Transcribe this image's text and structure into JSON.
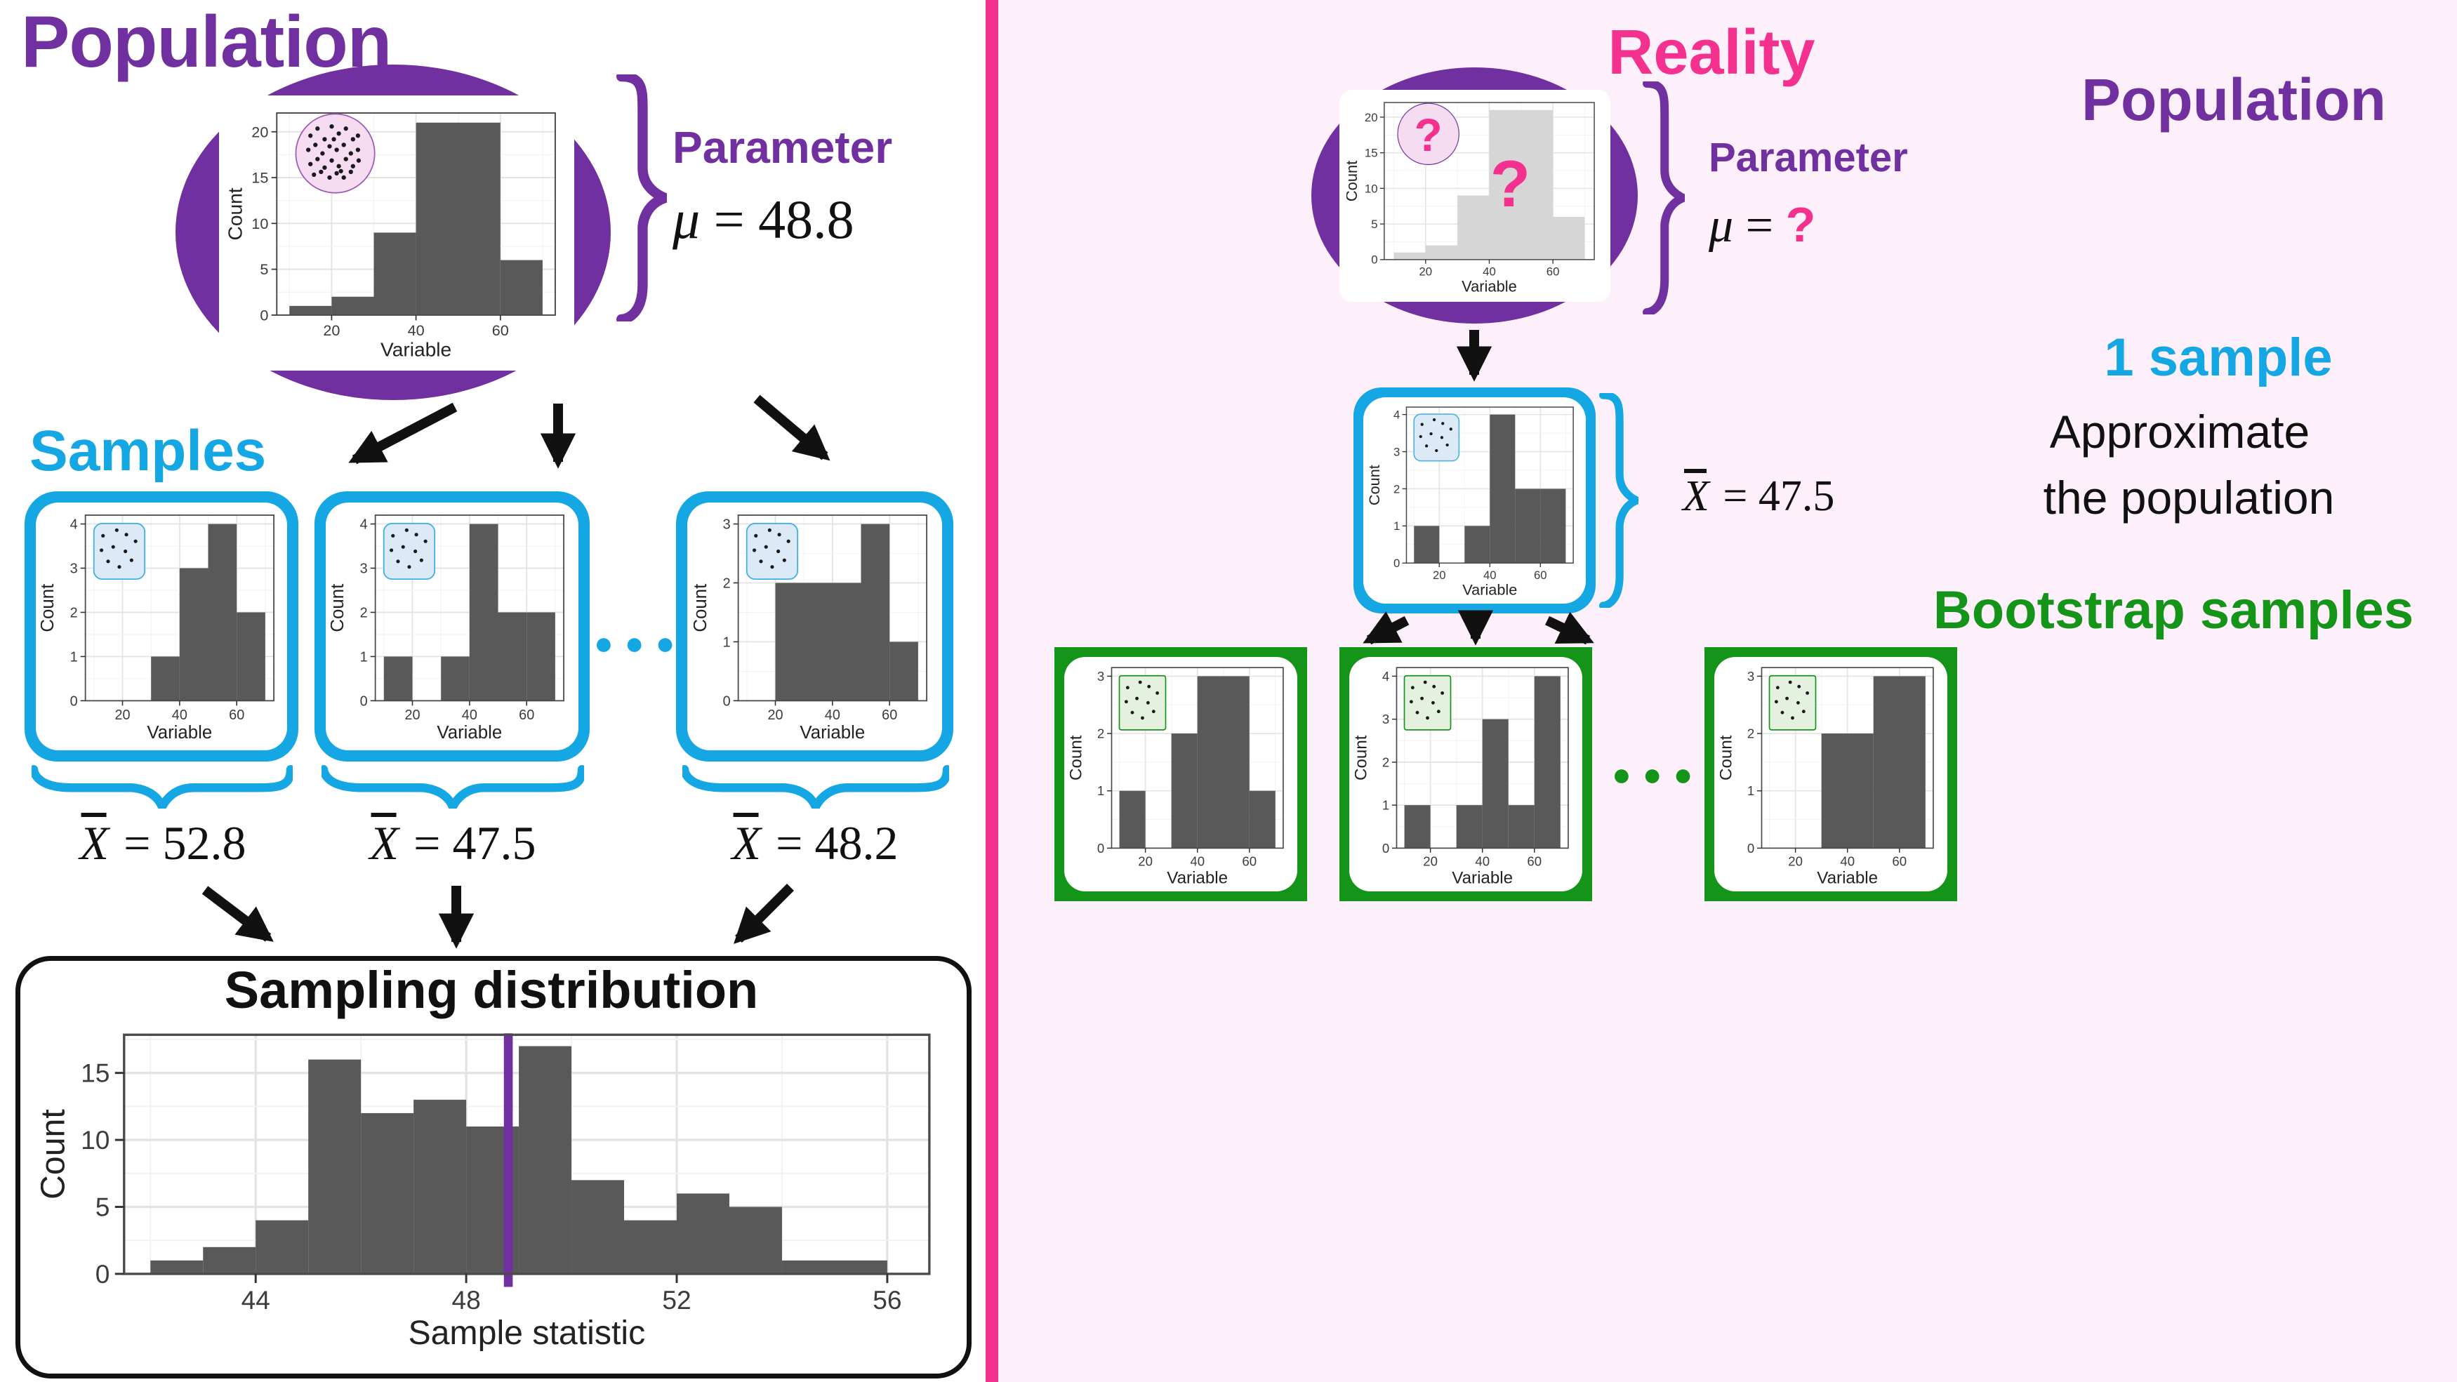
{
  "left": {
    "population_title": "Population",
    "parameter_label": "Parameter",
    "mu": {
      "symbol": "μ",
      "equals": "=",
      "value": "48.8"
    },
    "samples_title": "Samples",
    "ellipsis": "●●●",
    "xbars": [
      {
        "symbol": "X",
        "equals": "=",
        "value": "52.8"
      },
      {
        "symbol": "X",
        "equals": "=",
        "value": "47.5"
      },
      {
        "symbol": "X",
        "equals": "=",
        "value": "48.2"
      }
    ]
  },
  "right": {
    "reality_title": "Reality",
    "population_title": "Population",
    "parameter_label": "Parameter",
    "mu": {
      "symbol": "μ",
      "equals": "=",
      "value": "?"
    },
    "one_sample_title": "1 sample",
    "approximate_line1": "Approximate",
    "approximate_line2": "the population",
    "bootstrap_title": "Bootstrap samples",
    "ellipsis": "●●●",
    "xbar": {
      "symbol": "X",
      "equals": "=",
      "value": "47.5"
    }
  },
  "colors": {
    "purple": "#7030A0",
    "cyan": "#14A7E3",
    "green": "#149418",
    "pink": "#F5318F",
    "right_background": "#FDF0FA",
    "bar_gray": "#595959",
    "bar_light_gray": "#D6D6D6"
  },
  "chart_data": {
    "population": {
      "type": "bar",
      "xlabel": "Variable",
      "ylabel": "Count",
      "xticks": [
        20,
        40,
        60
      ],
      "yticks": [
        0,
        5,
        10,
        15,
        20
      ],
      "ymax": 21,
      "xlim": [
        7,
        73
      ],
      "bars": [
        [
          10,
          20,
          1
        ],
        [
          20,
          30,
          2
        ],
        [
          30,
          40,
          9
        ],
        [
          40,
          60,
          21
        ],
        [
          60,
          70,
          6
        ]
      ],
      "inset": "pink-dots"
    },
    "samples": [
      {
        "type": "bar",
        "xlabel": "Variable",
        "ylabel": "Count",
        "xticks": [
          20,
          40,
          60
        ],
        "yticks": [
          0,
          1,
          2,
          3,
          4
        ],
        "ymax": 4,
        "xlim": [
          7,
          73
        ],
        "bars": [
          [
            30,
            40,
            1
          ],
          [
            40,
            50,
            3
          ],
          [
            50,
            60,
            4
          ],
          [
            60,
            70,
            2
          ]
        ],
        "inset": "blue-dots"
      },
      {
        "type": "bar",
        "xlabel": "Variable",
        "ylabel": "Count",
        "xticks": [
          20,
          40,
          60
        ],
        "yticks": [
          0,
          1,
          2,
          3,
          4
        ],
        "ymax": 4,
        "xlim": [
          7,
          73
        ],
        "bars": [
          [
            10,
            20,
            1
          ],
          [
            30,
            40,
            1
          ],
          [
            40,
            50,
            4
          ],
          [
            50,
            60,
            2
          ],
          [
            60,
            70,
            2
          ]
        ],
        "inset": "blue-dots"
      },
      {
        "type": "bar",
        "xlabel": "Variable",
        "ylabel": "Count",
        "xticks": [
          20,
          40,
          60
        ],
        "yticks": [
          0,
          1,
          2,
          3
        ],
        "ymax": 3,
        "xlim": [
          7,
          73
        ],
        "bars": [
          [
            20,
            50,
            2
          ],
          [
            50,
            60,
            3
          ],
          [
            60,
            70,
            1
          ]
        ],
        "inset": "blue-dots"
      }
    ],
    "sampling_distribution": {
      "type": "bar",
      "title": "Sampling distribution",
      "xlabel": "Sample statistic",
      "ylabel": "Count",
      "xticks": [
        44,
        48,
        52,
        56
      ],
      "yticks": [
        0,
        5,
        10,
        15
      ],
      "ymax": 17,
      "xlim": [
        41.5,
        56.8
      ],
      "bars": [
        [
          42,
          43,
          1
        ],
        [
          43,
          44,
          2
        ],
        [
          44,
          45,
          4
        ],
        [
          45,
          46,
          16
        ],
        [
          46,
          47,
          12
        ],
        [
          47,
          48,
          13
        ],
        [
          48,
          49,
          11
        ],
        [
          49,
          50,
          17
        ],
        [
          50,
          51,
          7
        ],
        [
          51,
          52,
          4
        ],
        [
          52,
          53,
          6
        ],
        [
          53,
          54,
          5
        ],
        [
          54,
          56,
          1
        ]
      ],
      "vline": {
        "x": 48.8,
        "color": "#7030A0"
      }
    },
    "reality_population": {
      "type": "bar",
      "xlabel": "Variable",
      "ylabel": "Count",
      "xticks": [
        20,
        40,
        60
      ],
      "yticks": [
        0,
        5,
        10,
        15,
        20
      ],
      "ymax": 21,
      "xlim": [
        7,
        73
      ],
      "bars": [
        [
          10,
          20,
          1
        ],
        [
          20,
          30,
          2
        ],
        [
          30,
          40,
          9
        ],
        [
          40,
          60,
          21
        ],
        [
          60,
          70,
          6
        ]
      ],
      "bar_color": "#D6D6D6",
      "inset": "pink-question",
      "overlay_question": "?"
    },
    "one_sample": {
      "type": "bar",
      "xlabel": "Variable",
      "ylabel": "Count",
      "xticks": [
        20,
        40,
        60
      ],
      "yticks": [
        0,
        1,
        2,
        3,
        4
      ],
      "ymax": 4,
      "xlim": [
        7,
        73
      ],
      "bars": [
        [
          10,
          20,
          1
        ],
        [
          30,
          40,
          1
        ],
        [
          40,
          50,
          4
        ],
        [
          50,
          60,
          2
        ],
        [
          60,
          70,
          2
        ]
      ],
      "inset": "blue-dots"
    },
    "bootstrap_samples": [
      {
        "type": "bar",
        "xlabel": "Variable",
        "ylabel": "Count",
        "xticks": [
          20,
          40,
          60
        ],
        "yticks": [
          0,
          1,
          2,
          3
        ],
        "ymax": 3,
        "xlim": [
          7,
          73
        ],
        "bars": [
          [
            10,
            20,
            1
          ],
          [
            30,
            40,
            2
          ],
          [
            40,
            60,
            3
          ],
          [
            60,
            70,
            1
          ]
        ],
        "inset": "green-dots"
      },
      {
        "type": "bar",
        "xlabel": "Variable",
        "ylabel": "Count",
        "xticks": [
          20,
          40,
          60
        ],
        "yticks": [
          0,
          1,
          2,
          3,
          4
        ],
        "ymax": 4,
        "xlim": [
          7,
          73
        ],
        "bars": [
          [
            10,
            20,
            1
          ],
          [
            30,
            40,
            1
          ],
          [
            40,
            50,
            3
          ],
          [
            50,
            60,
            1
          ],
          [
            60,
            70,
            4
          ]
        ],
        "inset": "green-dots"
      },
      {
        "type": "bar",
        "xlabel": "Variable",
        "ylabel": "Count",
        "xticks": [
          20,
          40,
          60
        ],
        "yticks": [
          0,
          1,
          2,
          3
        ],
        "ymax": 3,
        "xlim": [
          7,
          73
        ],
        "bars": [
          [
            30,
            50,
            2
          ],
          [
            50,
            70,
            3
          ]
        ],
        "inset": "green-dots"
      }
    ]
  }
}
